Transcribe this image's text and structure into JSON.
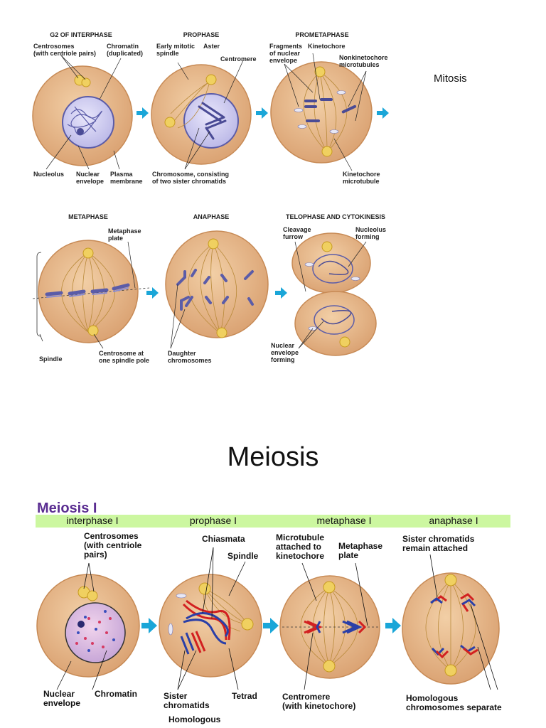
{
  "header": {
    "side_label": "Mitosis",
    "section_title": "Meiosis",
    "meiosis_title": "Meiosis I"
  },
  "colors": {
    "cell": "#e4b383",
    "cell_edge": "#c78a55",
    "chromosome": "#5b5ca8",
    "nucleus": "#cfcdf0",
    "arrow": "#1aa6d8",
    "band": "#ccf7a0",
    "red_chromosome": "#d22020",
    "blue_chromosome": "#2a3fa8"
  },
  "mitosis": {
    "stages": [
      "G2 OF INTERPHASE",
      "PROPHASE",
      "PROMETAPHASE",
      "METAPHASE",
      "ANAPHASE",
      "TELOPHASE AND CYTOKINESIS"
    ],
    "labels": {
      "centrosomes": "Centrosomes\n(with centriole pairs)",
      "chromatin": "Chromatin\n(duplicated)",
      "nucleolus": "Nucleolus",
      "nuclear_envelope": "Nuclear\nenvelope",
      "plasma_membrane": "Plasma\nmembrane",
      "early_spindle": "Early mitotic\nspindle",
      "aster": "Aster",
      "centromere": "Centromere",
      "chromosome": "Chromosome, consisting\nof two sister chromatids",
      "fragments": "Fragments\nof nuclear\nenvelope",
      "kinetochore": "Kinetochore",
      "nonkinetochore": "Nonkinetochore\nmicrotubules",
      "kinetochore_mt": "Kinetochore\nmicrotubule",
      "metaphase_plate": "Metaphase\nplate",
      "spindle": "Spindle",
      "centrosome_pole": "Centrosome at\none spindle pole",
      "daughter": "Daughter\nchromosomes",
      "cleavage": "Cleavage\nfurrow",
      "nucleolus_forming": "Nucleolus\nforming",
      "envelope_forming": "Nuclear\nenvelope\nforming"
    }
  },
  "meiosis": {
    "phases": [
      "interphase I",
      "prophase I",
      "metaphase I",
      "anaphase I"
    ],
    "labels": {
      "centrosomes": "Centrosomes\n(with centriole\npairs)",
      "chiasmata": "Chiasmata",
      "spindle": "Spindle",
      "microtubule": "Microtubule\nattached to\nkinetochore",
      "metaphase_plate": "Metaphase\nplate",
      "sister_attached": "Sister chromatids\nremain attached",
      "nuclear_envelope": "Nuclear\nenvelope",
      "chromatin": "Chromatin",
      "sister_chromatids": "Sister\nchromatids",
      "tetrad": "Tetrad",
      "centromere": "Centromere\n(with kinetochore)",
      "homologous_separate": "Homologous\nchromosomes separate",
      "homologous": "Homologous"
    }
  }
}
